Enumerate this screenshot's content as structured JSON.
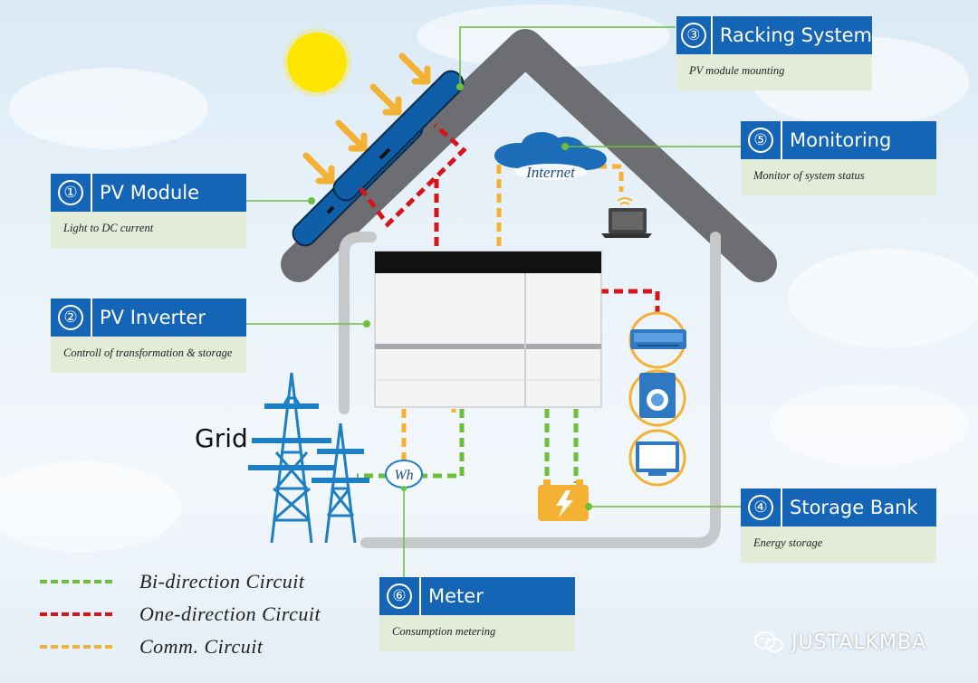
{
  "colors": {
    "callout_header": "#1565b7",
    "callout_body": "#e3ecd9",
    "bi_direction": "#6bbf3a",
    "one_direction": "#d7141a",
    "comm": "#f4b234",
    "roof": "#6d6e71",
    "panel": "#0f5fa8",
    "grid_tower": "#1d7fc4"
  },
  "callouts": [
    {
      "num": "①",
      "title": "PV Module",
      "desc": "Light to DC current"
    },
    {
      "num": "②",
      "title": "PV Inverter",
      "desc": "Controll of transformation & storage"
    },
    {
      "num": "③",
      "title": "Racking System",
      "desc": "PV module mounting"
    },
    {
      "num": "④",
      "title": "Storage Bank",
      "desc": "Energy storage"
    },
    {
      "num": "⑤",
      "title": "Monitoring",
      "desc": "Monitor of system status"
    },
    {
      "num": "⑥",
      "title": "Meter",
      "desc": "Consumption  metering"
    }
  ],
  "labels": {
    "internet": "Internet",
    "grid": "Grid",
    "meter_symbol": "Wh"
  },
  "icons": [
    "sun-icon",
    "solar-panel-icon",
    "cloud-icon",
    "laptop-icon",
    "wifi-icon",
    "air-conditioner-icon",
    "washing-machine-icon",
    "tv-icon",
    "battery-icon",
    "transmission-tower-icon",
    "meter-icon",
    "wechat-icon"
  ],
  "legend": [
    {
      "label": "Bi-direction Circuit",
      "color": "#6bbf3a"
    },
    {
      "label": "One-direction  Circuit",
      "color": "#d7141a"
    },
    {
      "label": "Comm. Circuit",
      "color": "#f4b234"
    }
  ],
  "watermark": "JUSTALKMBA"
}
